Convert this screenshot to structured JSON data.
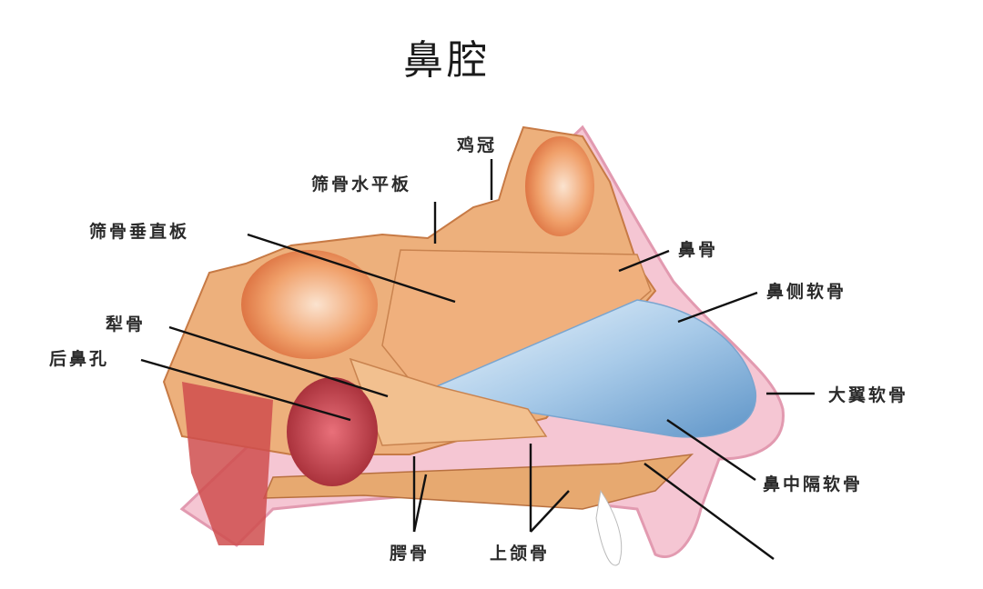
{
  "title": "鼻腔",
  "labels": {
    "crista_galli": "鸡冠",
    "cribriform_plate": "筛骨水平板",
    "perpendicular_plate": "筛骨垂直板",
    "vomer": "犁骨",
    "choana": "后鼻孔",
    "nasal_bone": "鼻骨",
    "lateral_cartilage": "鼻侧软骨",
    "alar_cartilage": "大翼软骨",
    "septal_cartilage": "鼻中隔软骨",
    "palatine_bone": "腭骨",
    "maxilla": "上颌骨"
  },
  "colors": {
    "bone": "#e9a56a",
    "bone_light": "#f3c89a",
    "cartilage": "#b9d6ee",
    "skin": "#f2b9c8",
    "muscle": "#c9404a",
    "leader": "#111111"
  }
}
